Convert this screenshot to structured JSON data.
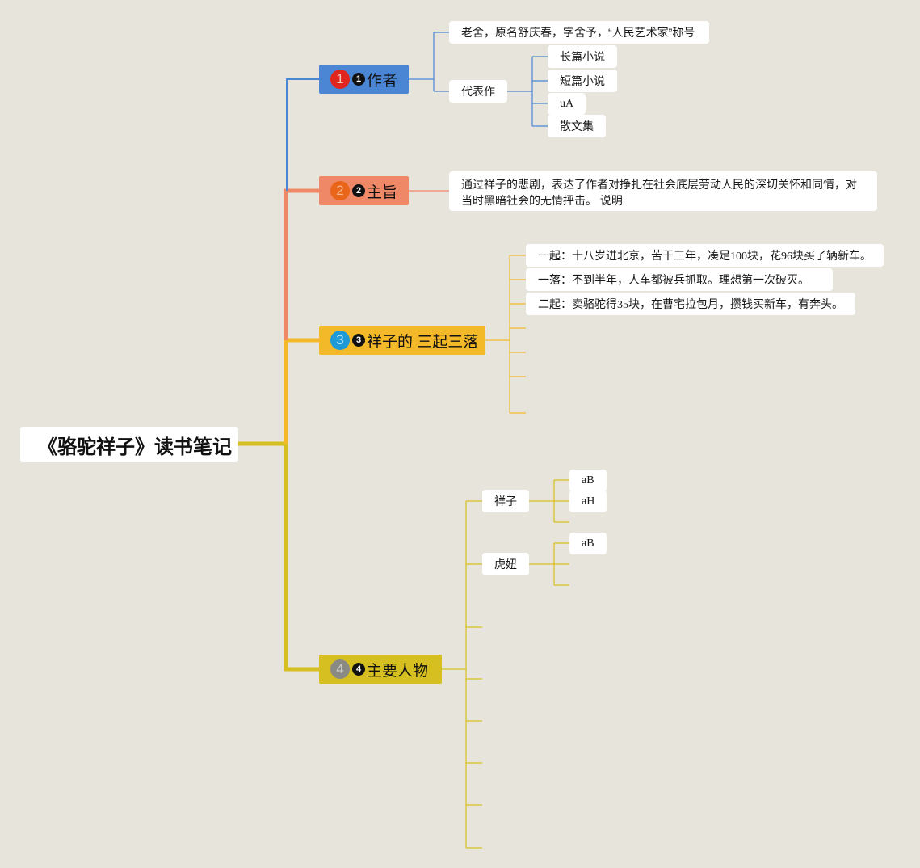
{
  "root": {
    "title": "《骆驼祥子》读书笔记"
  },
  "colors": {
    "background": "#e7e4dc",
    "author": "#4a86d4",
    "theme": "#ef8866",
    "plot": "#f4b928",
    "characters": "#d6bf20"
  },
  "branches": [
    {
      "badge": "1",
      "marker": "1",
      "label": "作者",
      "children": {
        "intro": "老舍，原名舒庆春，字舍予，“人民艺术家”称号",
        "works_label": "代表作",
        "works": [
          "长篇小说",
          "短篇小说",
          "uA",
          "散文集"
        ]
      }
    },
    {
      "badge": "2",
      "marker": "2",
      "label": "主旨",
      "children": {
        "summary": "通过祥子的悲剧，表达了作者对挣扎在社会底层劳动人民的深切关怀和同情，对当时黑暗社会的无情抨击。 说明"
      }
    },
    {
      "badge": "3",
      "marker": "3",
      "label": "祥子的 三起三落",
      "children": {
        "events": [
          "一起：十八岁进北京，苦干三年，凑足100块，花96块买了辆新车。",
          "一落：不到半年，人车都被兵抓取。理想第一次破灭。",
          "二起：卖骆驼得35块，在曹宅拉包月，攒钱买新车，有奔头。"
        ]
      }
    },
    {
      "badge": "4",
      "marker": "4",
      "label": " 主要人物",
      "children": {
        "xiangzi": {
          "label": "祥子",
          "items": [
            "aB",
            "aH"
          ]
        },
        "huniu": {
          "label": "虎妞",
          "items": [
            "aB"
          ]
        }
      }
    }
  ]
}
